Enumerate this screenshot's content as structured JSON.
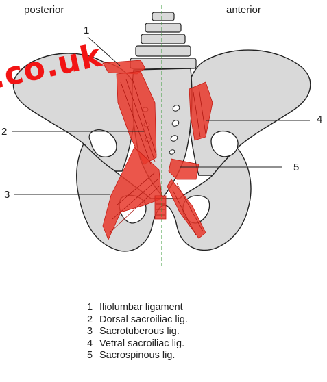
{
  "header": {
    "left": "posterior",
    "right": "anterior"
  },
  "callouts": [
    "1",
    "2",
    "3",
    "4",
    "5"
  ],
  "legend": [
    {
      "num": "1",
      "label": "Iliolumbar ligament"
    },
    {
      "num": "2",
      "label": "Dorsal sacroiliac lig."
    },
    {
      "num": "3",
      "label": "Sacrotuberous lig."
    },
    {
      "num": "4",
      "label": "Vetral sacroiliac lig."
    },
    {
      "num": "5",
      "label": "Sacrospinous lig."
    }
  ],
  "watermark": ".co.uk",
  "colors": {
    "bone": "#d9d9d9",
    "ligament": "#e0281e",
    "midline": "#3a9a3a",
    "outline": "#222222"
  }
}
